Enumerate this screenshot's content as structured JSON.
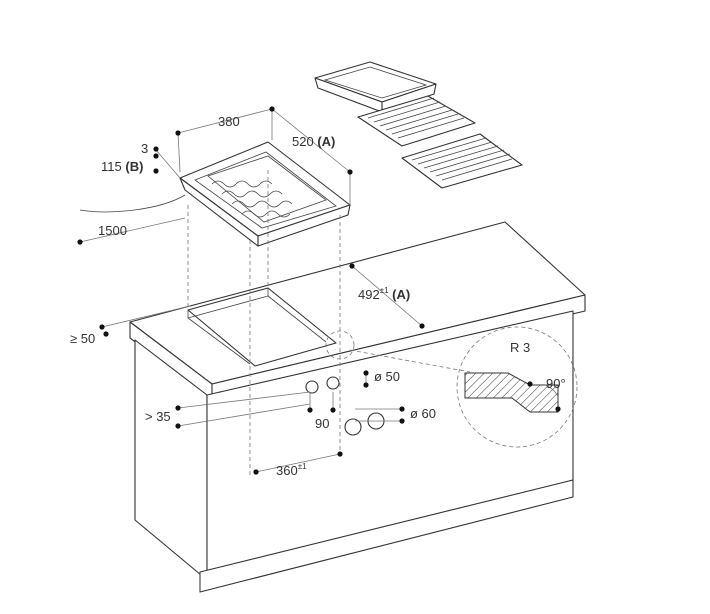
{
  "colors": {
    "line": "#333333",
    "dim_line": "#777777",
    "dot": "#111111",
    "background": "#ffffff"
  },
  "labels": {
    "width_top": "380",
    "depth_top": "520",
    "depth_top_suffix": "(A)",
    "thickness_top": "3",
    "height_top": "115",
    "height_top_suffix": "(B)",
    "cable_length": "1500",
    "cutout_depth": "492",
    "cutout_depth_tol": "±1",
    "cutout_depth_suffix": "(A)",
    "side_clearance": "≥ 50",
    "front_clearance": "> 35",
    "knob_hole_small": "ø 50",
    "knob_spacing": "90",
    "knob_hole_large": "ø 60",
    "cutout_width": "360",
    "cutout_width_tol": "±1",
    "radius": "R 3",
    "angle": "90°"
  }
}
